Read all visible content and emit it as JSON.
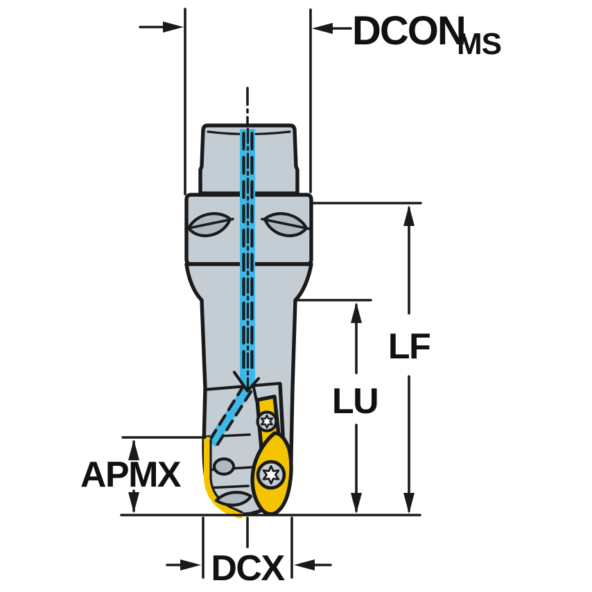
{
  "figure": {
    "type": "technical-dimension-diagram",
    "labels": {
      "connection_diameter": "DCON",
      "connection_diameter_sub": "MS",
      "functional_length": "LF",
      "usable_length": "LU",
      "max_cutting_depth": "APMX",
      "cutting_diameter": "DCX"
    },
    "colors": {
      "background": "#ffffff",
      "outline": "#1a1a1a",
      "body": "#c4cdd4",
      "body_shade": "#aeb9c1",
      "coolant": "#3db9e8",
      "insert_yellow": "#f5c400",
      "screw_star": "#ffffff"
    }
  }
}
